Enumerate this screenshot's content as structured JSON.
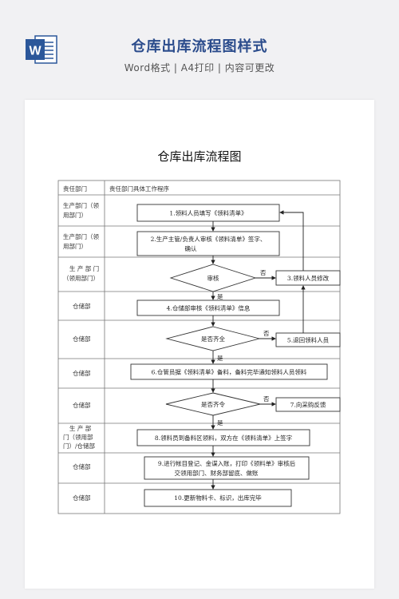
{
  "header": {
    "title": "仓库出库流程图样式",
    "subtitle": "Word格式 | A4打印 | 内容可更改",
    "icon": "word-icon",
    "icon_letter": "W",
    "accent_color": "#2b579a"
  },
  "document": {
    "title": "仓库出库流程图",
    "table_header": {
      "dept": "责任部门",
      "procedure": "责任部门具体工作程序"
    },
    "rows": [
      {
        "dept": [
          "生产部门（领",
          "用部门）"
        ]
      },
      {
        "dept": [
          "生产部门（领",
          "用部门）"
        ]
      },
      {
        "dept": [
          "生 产 部 门",
          "（领用部门）"
        ]
      },
      {
        "dept": [
          "仓储部"
        ]
      },
      {
        "dept": [
          "仓储部"
        ]
      },
      {
        "dept": [
          "仓储部"
        ]
      },
      {
        "dept": [
          "仓储部"
        ]
      },
      {
        "dept": [
          "生 产 部",
          "门（领用部",
          "门）/仓储部"
        ]
      },
      {
        "dept": [
          "仓储部"
        ]
      },
      {
        "dept": [
          "仓储部"
        ]
      }
    ],
    "steps": {
      "s1": "1.领料人员填写《领料清单》",
      "s2": [
        "2.生产主管/负责人审核《领料清单》签字、",
        "确认"
      ],
      "d1": "审核",
      "s3": "3.领料人员修改",
      "s4": "4.仓储部审核《领料清单》信息",
      "d2": "是否齐全",
      "s5": "5.退回领料人员",
      "s6": "6.仓管员据《领料清单》备料，备料完毕通知领料人员领料",
      "d3": "是否齐令",
      "s7": "7.向采购反馈",
      "s8": "8.领料员到备料区领料，双方在《领料清单》上签字",
      "s9": [
        "9.进行帐目登记、金谍入账，打印《领料单》审核后",
        "交领用部门、财务部留底、做账"
      ],
      "s10": "10.更新物料卡、标识，出库完毕"
    },
    "labels": {
      "yes": "是",
      "no": "否"
    }
  }
}
